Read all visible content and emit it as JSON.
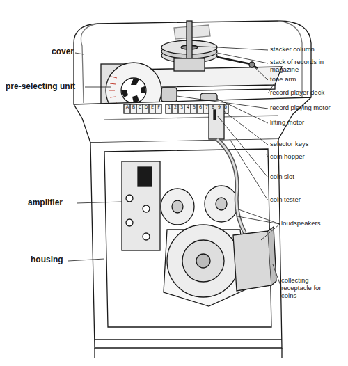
{
  "diagram": {
    "labels": [
      "cover",
      "pre-selecting unit",
      "stacker column",
      "stack of records in magazine",
      "tone arm",
      "record player deck",
      "record playing motor",
      "lifting motor",
      "selector keys",
      "coin hopper",
      "coin slot",
      "coin tester",
      "amplifier",
      "loudspeakers",
      "housing",
      "collecting receptacle for coins",
      "A",
      "B",
      "C",
      "D",
      "E",
      "F",
      "1",
      "2",
      "3",
      "4",
      "5",
      "6",
      "7",
      "8",
      "9",
      "0"
    ]
  }
}
